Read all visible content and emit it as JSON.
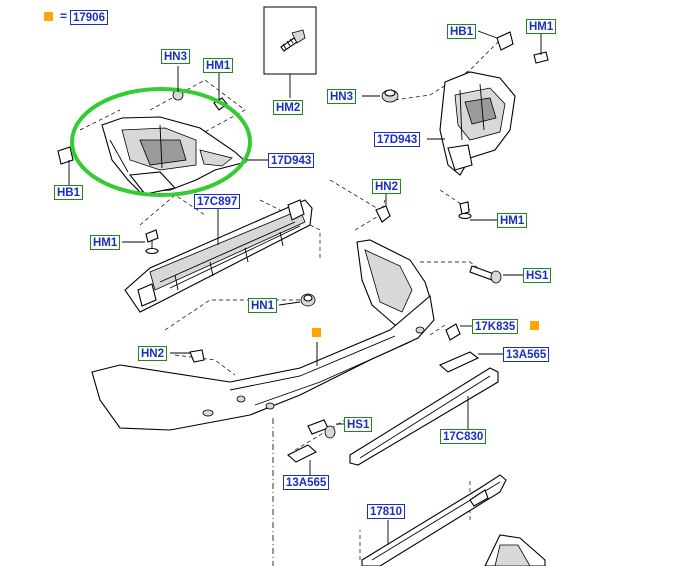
{
  "diagram": {
    "header": {
      "marker_color": "#ffa500",
      "equals": "=",
      "code": "17906"
    },
    "labels": [
      {
        "id": "hn3-top",
        "text": "HN3",
        "style": "green"
      },
      {
        "id": "hm1-top",
        "text": "HM1",
        "style": "green"
      },
      {
        "id": "hb1-left",
        "text": "HB1",
        "style": "green"
      },
      {
        "id": "17d943-left",
        "text": "17D943",
        "style": "blue"
      },
      {
        "id": "17c897",
        "text": "17C897",
        "style": "blue"
      },
      {
        "id": "hm1-left",
        "text": "HM1",
        "style": "green"
      },
      {
        "id": "hm2",
        "text": "HM2",
        "style": "green"
      },
      {
        "id": "hb1-right",
        "text": "HB1",
        "style": "green"
      },
      {
        "id": "hm1-right-top",
        "text": "HM1",
        "style": "green"
      },
      {
        "id": "hn3-right",
        "text": "HN3",
        "style": "green"
      },
      {
        "id": "17d943-right",
        "text": "17D943",
        "style": "blue"
      },
      {
        "id": "hn2-right",
        "text": "HN2",
        "style": "green"
      },
      {
        "id": "hm1-right-mid",
        "text": "HM1",
        "style": "green"
      },
      {
        "id": "hs1-right",
        "text": "HS1",
        "style": "green"
      },
      {
        "id": "hn1",
        "text": "HN1",
        "style": "green"
      },
      {
        "id": "17k835",
        "text": "17K835",
        "style": "green"
      },
      {
        "id": "13a565-right",
        "text": "13A565",
        "style": "blue"
      },
      {
        "id": "hn2-left",
        "text": "HN2",
        "style": "green"
      },
      {
        "id": "hs1-center",
        "text": "HS1",
        "style": "green"
      },
      {
        "id": "17c830",
        "text": "17C830",
        "style": "green"
      },
      {
        "id": "13a565-bottom",
        "text": "13A565",
        "style": "blue"
      },
      {
        "id": "17810",
        "text": "17810",
        "style": "blue"
      }
    ],
    "highlight_color": "#33cc33",
    "marker_color": "#ffa500"
  }
}
